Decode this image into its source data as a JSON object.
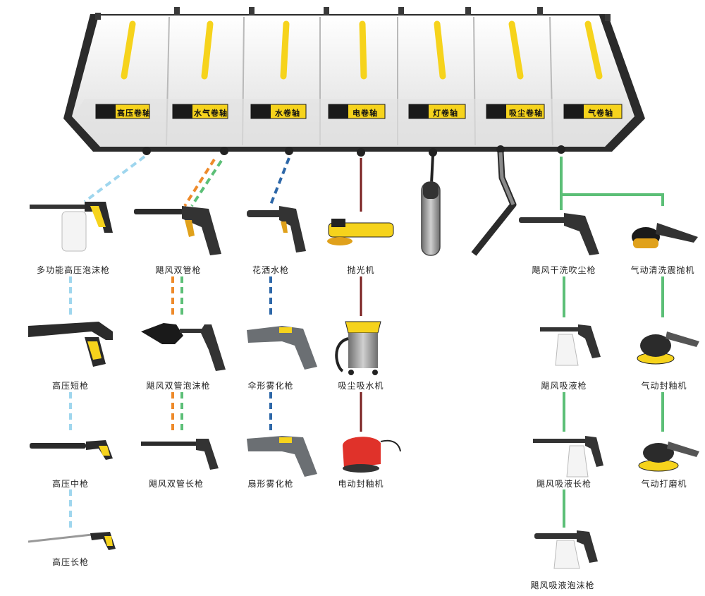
{
  "colors": {
    "light_blue": "#9fd6ee",
    "orange": "#ee8a2a",
    "green": "#5cbf77",
    "dark_blue": "#2d67a8",
    "brown": "#7a1f1f",
    "yellow": "#f6d31c",
    "housing": "#f2f2f2",
    "dark_edge": "#2b2b2b"
  },
  "modules": [
    {
      "label": "高压卷轴"
    },
    {
      "label": "水气卷轴"
    },
    {
      "label": "水卷轴"
    },
    {
      "label": "电卷轴"
    },
    {
      "label": "灯卷轴"
    },
    {
      "label": "吸尘卷轴"
    },
    {
      "label": "气卷轴"
    }
  ],
  "tools": {
    "foam_gun": "多功能高压泡沫枪",
    "short_gun": "高压短枪",
    "mid_gun": "高压中枪",
    "long_gun": "高压长枪",
    "double_gun": "飓风双管枪",
    "double_foam_gun": "飓风双管泡沫枪",
    "double_long_gun": "飓风双管长枪",
    "shower_gun": "花洒水枪",
    "umbrella_mist_gun": "伞形雾化枪",
    "fan_mist_gun": "扇形雾化枪",
    "polisher": "抛光机",
    "vacuum": "吸尘吸水机",
    "electric_sander": "电动封釉机",
    "dry_blow_gun": "飓风干洗吹尘枪",
    "suction_gun": "飓风吸液枪",
    "suction_long_gun": "飓风吸液长枪",
    "suction_foam_gun": "飓风吸液泡沫枪",
    "air_vibrate_polisher": "气动清洗震抛机",
    "air_glaze_machine": "气动封釉机",
    "air_sander": "气动打磨机"
  }
}
